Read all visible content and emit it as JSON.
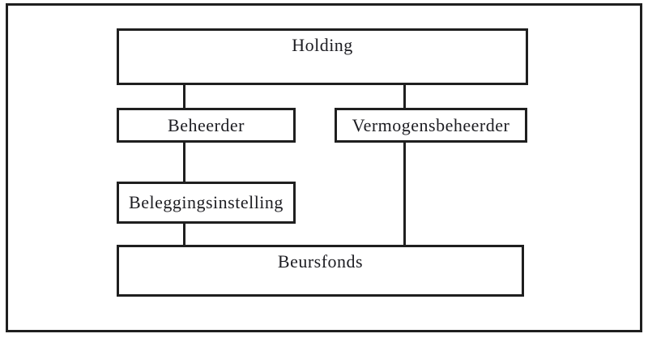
{
  "diagram": {
    "type": "org-hierarchy",
    "nodes": [
      {
        "id": "holding",
        "label": "Holding"
      },
      {
        "id": "beheerder",
        "label": "Beheerder"
      },
      {
        "id": "vermogensbeheerder",
        "label": "Vermogensbeheerder"
      },
      {
        "id": "beleggingsinstelling",
        "label": "Beleggingsinstelling"
      },
      {
        "id": "beursfonds",
        "label": "Beursfonds"
      }
    ],
    "edges": [
      {
        "from": "holding",
        "to": "beheerder"
      },
      {
        "from": "holding",
        "to": "vermogensbeheerder"
      },
      {
        "from": "beheerder",
        "to": "beleggingsinstelling"
      },
      {
        "from": "beleggingsinstelling",
        "to": "beursfonds"
      },
      {
        "from": "vermogensbeheerder",
        "to": "beursfonds"
      }
    ],
    "colors": {
      "line": "#1f1f1f",
      "box_background": "#ffffff",
      "text": "#1d1d22",
      "page_background": "#ffffff"
    }
  }
}
